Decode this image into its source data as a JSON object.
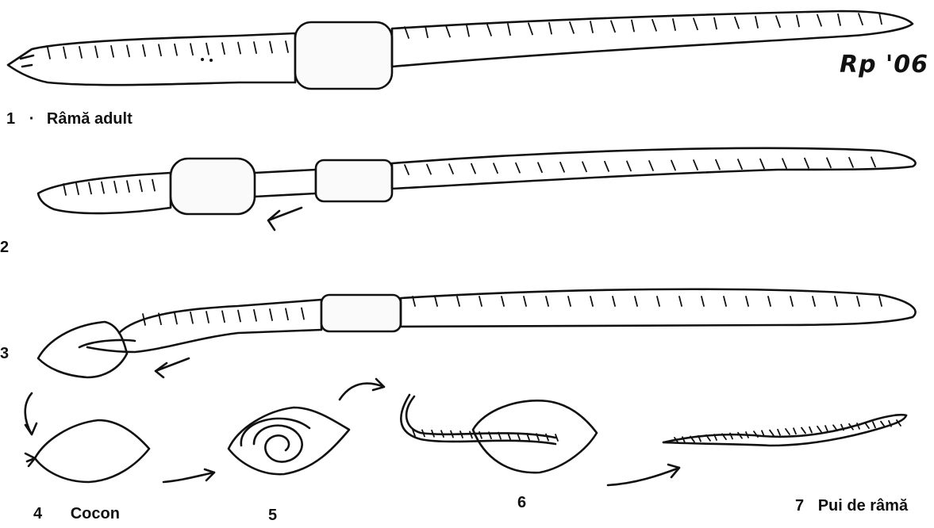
{
  "signature": "Rp '06",
  "stages": [
    {
      "number": "1",
      "caption": "Râmă adult"
    },
    {
      "number": "2",
      "caption": ""
    },
    {
      "number": "3",
      "caption": ""
    },
    {
      "number": "4",
      "caption": "Cocon"
    },
    {
      "number": "5",
      "caption": ""
    },
    {
      "number": "6",
      "caption": ""
    },
    {
      "number": "7",
      "caption": "Pui de râmă"
    }
  ]
}
